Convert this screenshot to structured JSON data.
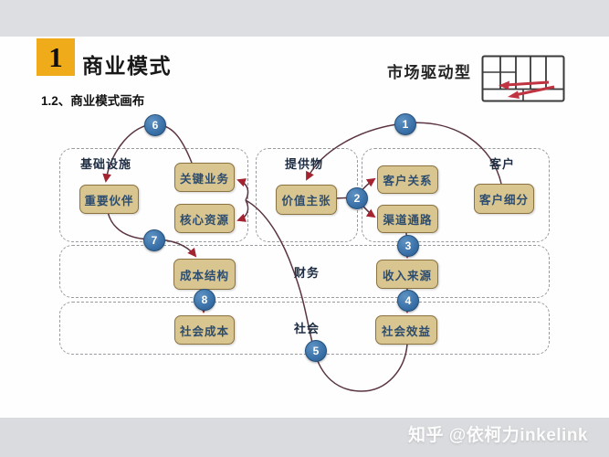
{
  "slide": {
    "section_number": "1",
    "title": "商业模式",
    "subtitle": "1.2、商业模式画布",
    "market_type": "市场驱动型",
    "watermark": "知乎 @依柯力inkelink"
  },
  "diagram": {
    "sections": [
      {
        "id": "infrastructure",
        "label": "基础设施"
      },
      {
        "id": "offering",
        "label": "提供物"
      },
      {
        "id": "customer",
        "label": "客户"
      },
      {
        "id": "finance",
        "label": "财务"
      },
      {
        "id": "society",
        "label": "社会"
      }
    ],
    "boxes": [
      {
        "id": "key-partners",
        "label": "重要伙伴"
      },
      {
        "id": "key-activities",
        "label": "关键业务"
      },
      {
        "id": "key-resources",
        "label": "核心资源"
      },
      {
        "id": "value-proposition",
        "label": "价值主张"
      },
      {
        "id": "customer-relationships",
        "label": "客户关系"
      },
      {
        "id": "channels",
        "label": "渠道通路"
      },
      {
        "id": "customer-segments",
        "label": "客户细分"
      },
      {
        "id": "cost-structure",
        "label": "成本结构"
      },
      {
        "id": "revenue-streams",
        "label": "收入来源"
      },
      {
        "id": "social-costs",
        "label": "社会成本"
      },
      {
        "id": "social-benefits",
        "label": "社会效益"
      }
    ],
    "steps": [
      "1",
      "2",
      "3",
      "4",
      "5",
      "6",
      "7",
      "8"
    ],
    "flows": [
      {
        "step": "1",
        "from": "customer-segments",
        "to": "value-proposition"
      },
      {
        "step": "2",
        "from": "value-proposition",
        "to": "customer-relationships, channels"
      },
      {
        "step": "3",
        "from": "channels",
        "to": "revenue-streams"
      },
      {
        "step": "4",
        "from": "revenue-streams",
        "to": "social-benefits"
      },
      {
        "step": "5",
        "from": "social-benefits",
        "to": "key-activities, key-resources"
      },
      {
        "step": "6",
        "from": "key-activities",
        "to": "key-partners"
      },
      {
        "step": "7",
        "from": "key-partners",
        "to": "cost-structure"
      },
      {
        "step": "8",
        "from": "cost-structure",
        "to": "social-costs"
      }
    ]
  },
  "colors": {
    "accent_yellow": "#efab19",
    "box_fill": "#d8c58f",
    "box_border": "#8a7341",
    "box_text": "#2e4d6e",
    "circle_fill": "#3a71a8",
    "curve": "#5a3442",
    "arrowhead": "#a32430",
    "dashed_border": "#979ba0",
    "top_bar": "#dcdee1",
    "bottom_bar": "#d9dbde"
  }
}
